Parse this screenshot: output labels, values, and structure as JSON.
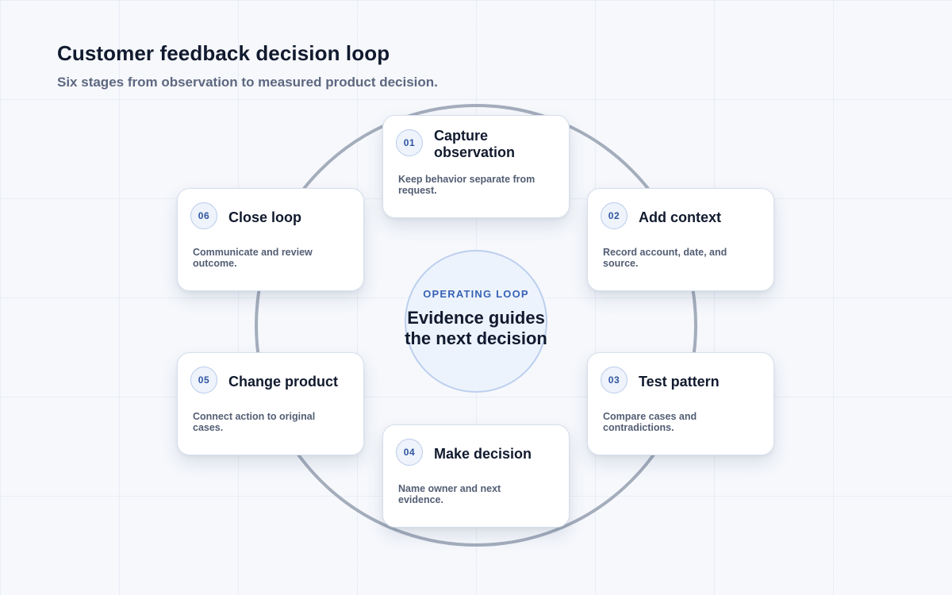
{
  "header": {
    "title": "Customer feedback decision loop",
    "subtitle": "Six stages from observation to measured product decision."
  },
  "hub": {
    "eyebrow": "OPERATING LOOP",
    "line1": "Evidence guides",
    "line2": "the next decision"
  },
  "stages": [
    {
      "number": "01",
      "title_line1": "Capture",
      "title_line2": "observation",
      "description_line1": "Keep behavior separate from",
      "description_line2": "request."
    },
    {
      "number": "02",
      "title_line1": "Add context",
      "title_line2": "",
      "description_line1": "Record account, date, and",
      "description_line2": "source."
    },
    {
      "number": "03",
      "title_line1": "Test pattern",
      "title_line2": "",
      "description_line1": "Compare cases and",
      "description_line2": "contradictions."
    },
    {
      "number": "04",
      "title_line1": "Make decision",
      "title_line2": "",
      "description_line1": "Name owner and next",
      "description_line2": "evidence."
    },
    {
      "number": "05",
      "title_line1": "Change product",
      "title_line2": "",
      "description_line1": "Connect action to original",
      "description_line2": "cases."
    },
    {
      "number": "06",
      "title_line1": "Close loop",
      "title_line2": "",
      "description_line1": "Communicate and review",
      "description_line2": "outcome."
    }
  ],
  "colors": {
    "ring": "#a4adbc",
    "accent": "#3763b4",
    "hub_fill": "#edf3fd",
    "hub_border": "#bccfee"
  }
}
